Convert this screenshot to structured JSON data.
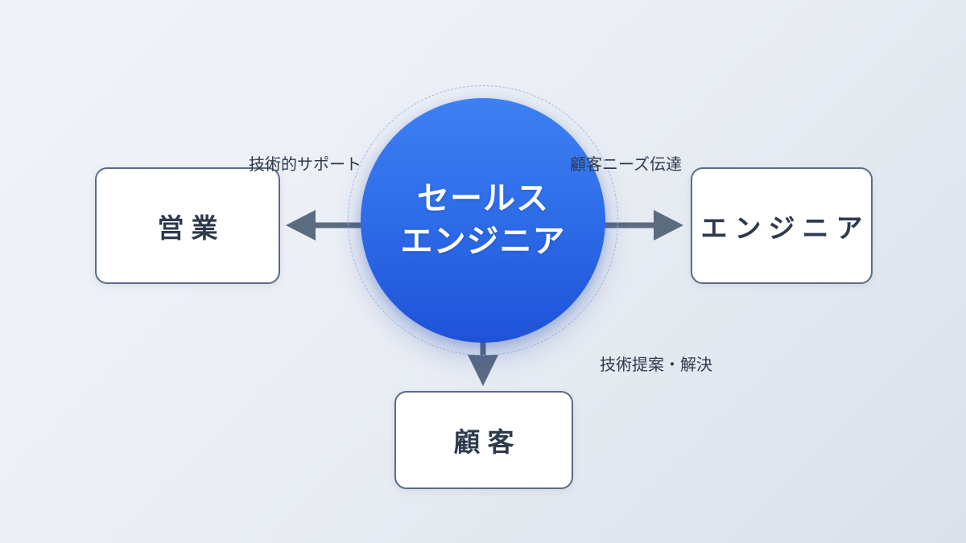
{
  "diagram": {
    "background": {
      "gradient_from": "#f0f3f8",
      "gradient_to": "#dbe0ea"
    },
    "hub": {
      "name": "sales-engineer",
      "line1": "セールス",
      "line2": "エンジニア",
      "fill_from": "#3d80f2",
      "fill_to": "#1f52d9",
      "text_color": "#ffffff",
      "ring_color": "#a5bee6",
      "ring_style": "dashed"
    },
    "nodes": [
      {
        "id": "sales",
        "label": "営業",
        "border_color": "#5b6c85",
        "fill": "#ffffff",
        "text_color": "#2e3a4d"
      },
      {
        "id": "engineer",
        "label": "エンジニア",
        "border_color": "#5b6c85",
        "fill": "#ffffff",
        "text_color": "#2e3a4d"
      },
      {
        "id": "customer",
        "label": "顧客",
        "border_color": "#5b6c85",
        "fill": "#ffffff",
        "text_color": "#2e3a4d"
      }
    ],
    "edges": [
      {
        "id": "hub-to-sales",
        "label": "技術的サポート",
        "direction": "left",
        "from": "sales-engineer",
        "to": "sales",
        "color": "#5b6b80"
      },
      {
        "id": "hub-to-engineer",
        "label": "顧客ニーズ伝達",
        "direction": "right",
        "from": "sales-engineer",
        "to": "engineer",
        "color": "#5b6b80"
      },
      {
        "id": "hub-to-customer",
        "label": "技術提案・解決",
        "direction": "down",
        "from": "sales-engineer",
        "to": "customer",
        "color": "#5b6b80"
      }
    ]
  }
}
